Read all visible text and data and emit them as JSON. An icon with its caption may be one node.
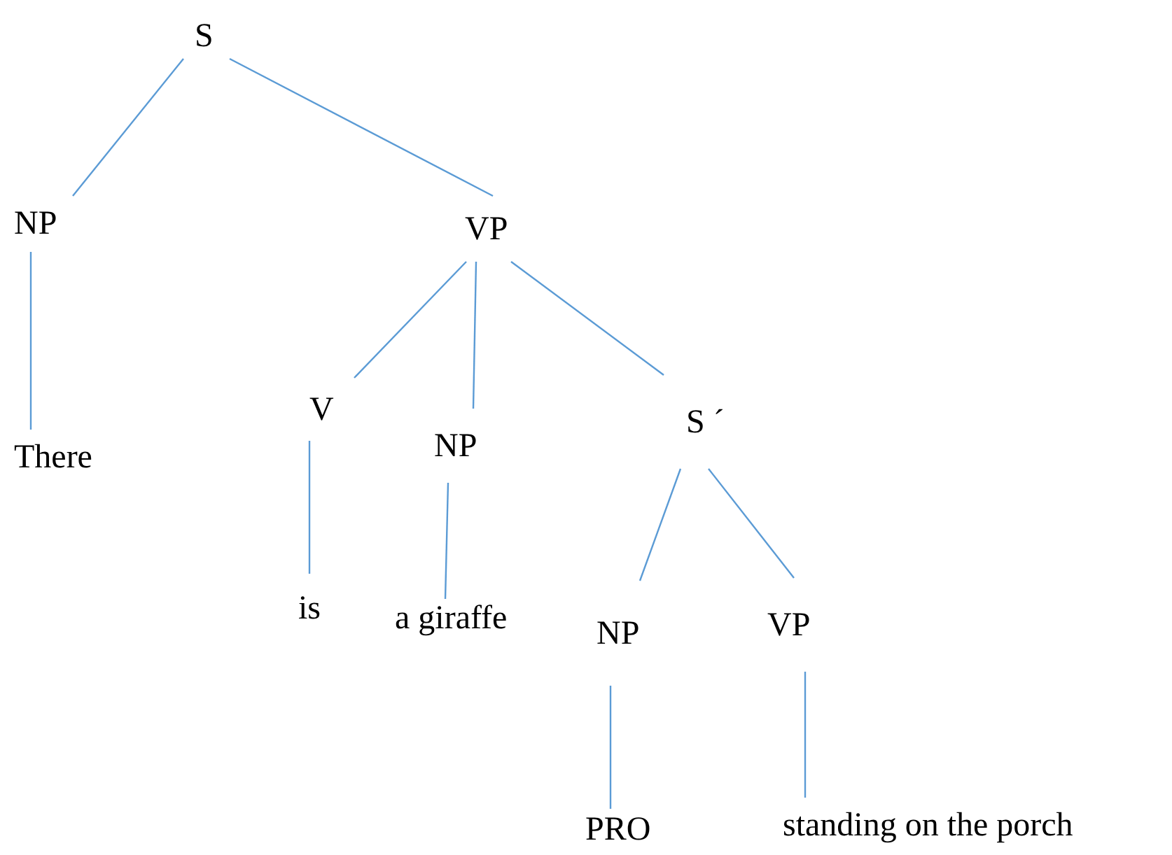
{
  "diagram": {
    "nodes": [
      {
        "text": [
          "S"
        ]
      },
      {
        "text": [
          "NP"
        ]
      },
      {
        "text": [
          "VP"
        ]
      },
      {
        "text": [
          "There"
        ]
      },
      {
        "text": [
          "V"
        ]
      },
      {
        "text": [
          "NP"
        ]
      },
      {
        "text": [
          "S ´"
        ]
      },
      {
        "text": [
          "is"
        ]
      },
      {
        "text": [
          "a giraffe"
        ]
      },
      {
        "text": [
          "NP"
        ]
      },
      {
        "text": [
          "VP"
        ]
      },
      {
        "text": [
          "PRO"
        ]
      },
      {
        "text": [
          "standing on the porch"
        ]
      }
    ],
    "edges": [
      {
        "from": 0,
        "to": 1,
        "arrow": "none"
      },
      {
        "from": 0,
        "to": 2,
        "arrow": "none"
      },
      {
        "from": 1,
        "to": 3,
        "arrow": "none"
      },
      {
        "from": 2,
        "to": 4,
        "arrow": "none"
      },
      {
        "from": 2,
        "to": 5,
        "arrow": "none"
      },
      {
        "from": 2,
        "to": 6,
        "arrow": "none"
      },
      {
        "from": 4,
        "to": 7,
        "arrow": "none"
      },
      {
        "from": 5,
        "to": 8,
        "arrow": "none"
      },
      {
        "from": 6,
        "to": 9,
        "arrow": "none"
      },
      {
        "from": 6,
        "to": 10,
        "arrow": "none"
      },
      {
        "from": 9,
        "to": 11,
        "arrow": "none"
      },
      {
        "from": 10,
        "to": 12,
        "arrow": "none"
      }
    ]
  }
}
